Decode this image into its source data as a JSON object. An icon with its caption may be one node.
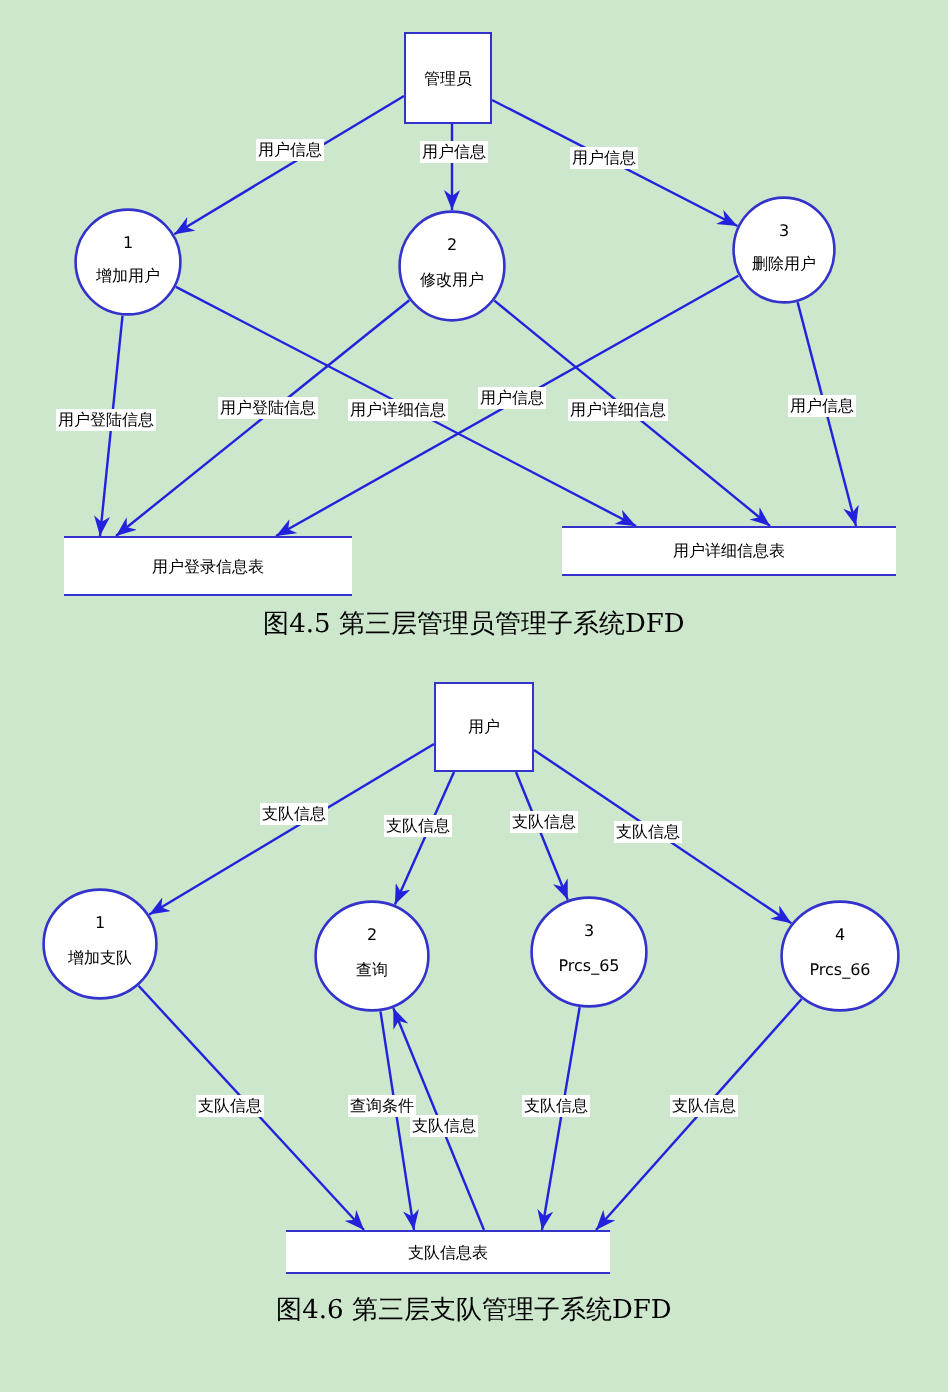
{
  "diagram": {
    "nodes": [
      {
        "text": [
          "管理员"
        ]
      },
      {
        "text": [
          "1",
          "增加用户"
        ]
      },
      {
        "text": [
          "2",
          "修改用户"
        ]
      },
      {
        "text": [
          "3",
          "删除用户"
        ]
      },
      {
        "text": [
          "用户登录信息表"
        ]
      },
      {
        "text": [
          "用户详细信息表"
        ]
      },
      {
        "text": [
          "用户"
        ]
      },
      {
        "text": [
          "1",
          "增加支队"
        ]
      },
      {
        "text": [
          "2",
          "查询"
        ]
      },
      {
        "text": [
          "3",
          "Prcs_65"
        ]
      },
      {
        "text": [
          "4",
          "Prcs_66"
        ]
      },
      {
        "text": [
          "支队信息表"
        ]
      }
    ],
    "edges": [
      {
        "from": 0,
        "to": 1,
        "arrow": "to",
        "label": "用户信息"
      },
      {
        "from": 0,
        "to": 2,
        "arrow": "to",
        "label": "用户信息"
      },
      {
        "from": 0,
        "to": 3,
        "arrow": "to",
        "label": "用户信息"
      },
      {
        "from": 1,
        "to": 4,
        "arrow": "to",
        "label": "用户登陆信息"
      },
      {
        "from": 1,
        "to": 5,
        "arrow": "to",
        "label": "用户详细信息"
      },
      {
        "from": 2,
        "to": 4,
        "arrow": "to",
        "label": "用户登陆信息"
      },
      {
        "from": 2,
        "to": 5,
        "arrow": "to",
        "label": "用户详细信息"
      },
      {
        "from": 3,
        "to": 4,
        "arrow": "to",
        "label": "用户信息"
      },
      {
        "from": 3,
        "to": 5,
        "arrow": "to",
        "label": "用户信息"
      },
      {
        "from": 6,
        "to": 7,
        "arrow": "to",
        "label": "支队信息"
      },
      {
        "from": 6,
        "to": 8,
        "arrow": "to",
        "label": "支队信息"
      },
      {
        "from": 6,
        "to": 9,
        "arrow": "to",
        "label": "支队信息"
      },
      {
        "from": 6,
        "to": 10,
        "arrow": "to",
        "label": "支队信息"
      },
      {
        "from": 7,
        "to": 11,
        "arrow": "to",
        "label": "支队信息"
      },
      {
        "from": 8,
        "to": 11,
        "arrow": "to",
        "label": "查询条件"
      },
      {
        "from": 11,
        "to": 8,
        "arrow": "to",
        "label": "支队信息"
      },
      {
        "from": 9,
        "to": 11,
        "arrow": "to",
        "label": "支队信息"
      },
      {
        "from": 10,
        "to": 11,
        "arrow": "to",
        "label": "支队信息"
      }
    ],
    "labels": [
      "图4.5 第三层管理员管理子系统DFD",
      "图4.6 第三层支队管理子系统DFD"
    ]
  }
}
